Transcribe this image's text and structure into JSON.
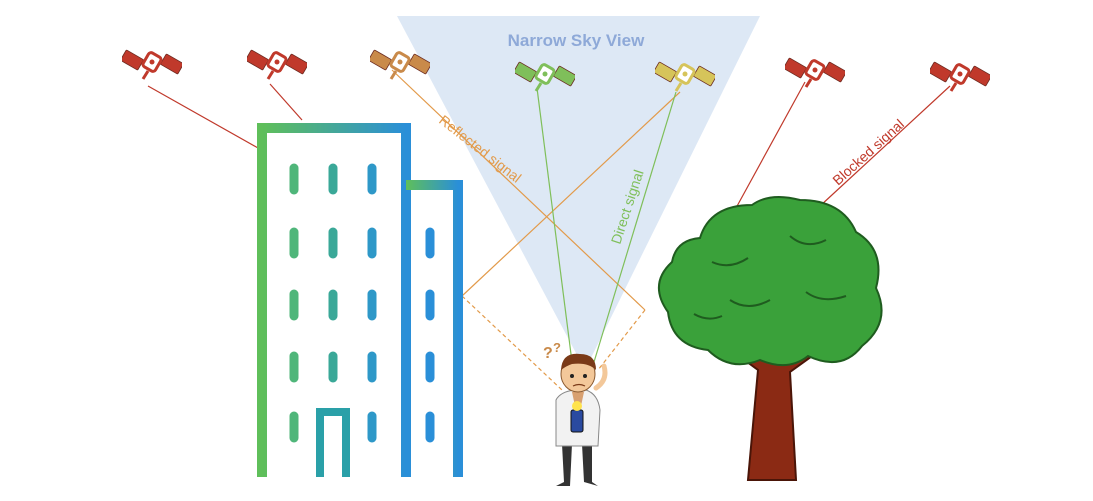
{
  "title": "Narrow Sky View",
  "labels": {
    "reflected": "Reflected signal",
    "direct": "Direct signal",
    "blocked": "Blocked signal"
  },
  "person_marks": "?",
  "colors": {
    "sky_cone": "#dde8f5",
    "title": "#8ea9d8",
    "reflected": "#e29a4a",
    "direct": "#7fbf5a",
    "blocked": "#c0392b",
    "building_green": "#5fbf5a",
    "building_blue": "#2a8fd8",
    "tree_leaf": "#3aa13a",
    "tree_trunk": "#8b2a14"
  },
  "satellites": [
    {
      "id": "sat-far-left",
      "color": "#c0392b",
      "role": "blocked"
    },
    {
      "id": "sat-left",
      "color": "#c0392b",
      "role": "blocked"
    },
    {
      "id": "sat-reflected",
      "color": "#c98a4a",
      "role": "reflected"
    },
    {
      "id": "sat-green",
      "color": "#7fbf5a",
      "role": "direct"
    },
    {
      "id": "sat-yellow",
      "color": "#d6c45a",
      "role": "direct"
    },
    {
      "id": "sat-right",
      "color": "#c0392b",
      "role": "blocked"
    },
    {
      "id": "sat-far-right",
      "color": "#c0392b",
      "role": "blocked"
    }
  ],
  "icons": [
    "satellite-icon",
    "building-icon",
    "tree-icon",
    "person-icon",
    "phone-icon"
  ]
}
